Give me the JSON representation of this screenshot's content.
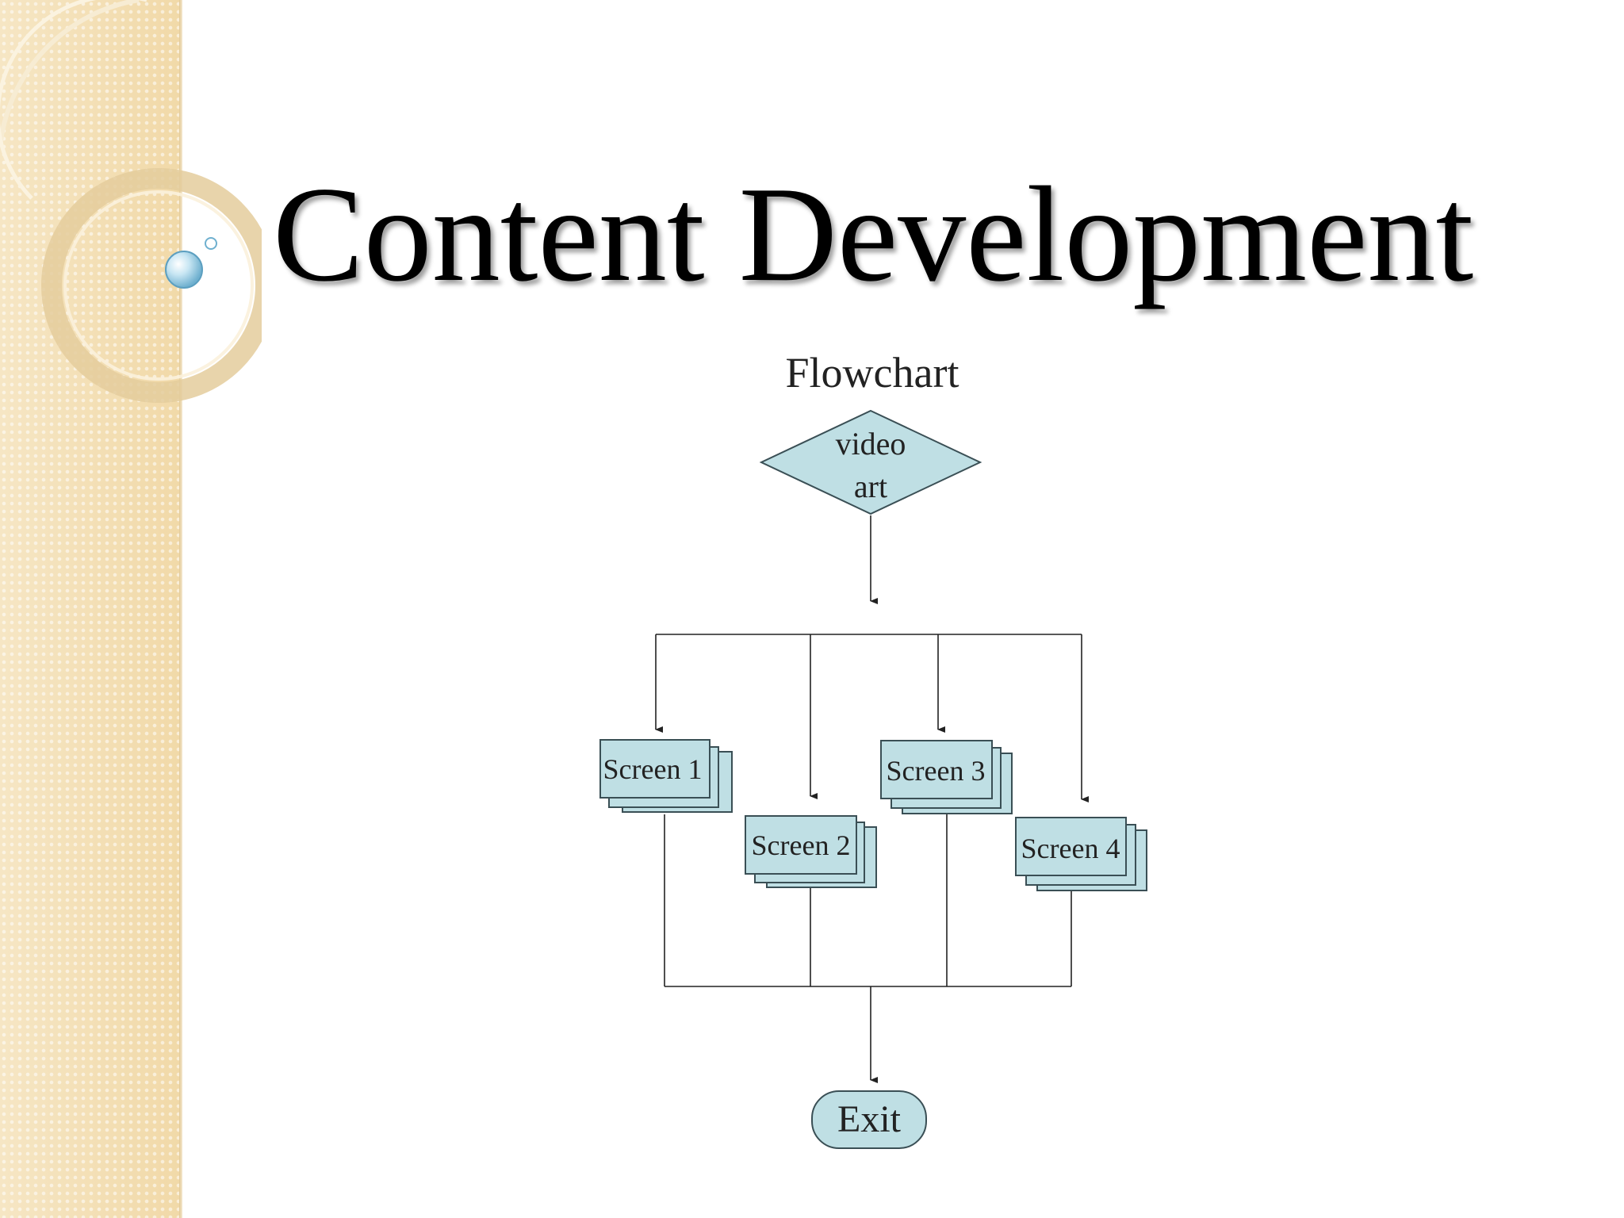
{
  "slide": {
    "title": "Content Development"
  },
  "flowchart": {
    "caption": "Flowchart",
    "decision": {
      "line1": "video",
      "line2": "art"
    },
    "screens": [
      {
        "label": "Screen 1"
      },
      {
        "label": "Screen 2"
      },
      {
        "label": "Screen 3"
      },
      {
        "label": "Screen 4"
      }
    ],
    "exit": "Exit"
  },
  "colors": {
    "shape_fill": "#bfdfe4",
    "shape_stroke": "#3a4f55",
    "side_band": "#f3dfb4"
  }
}
